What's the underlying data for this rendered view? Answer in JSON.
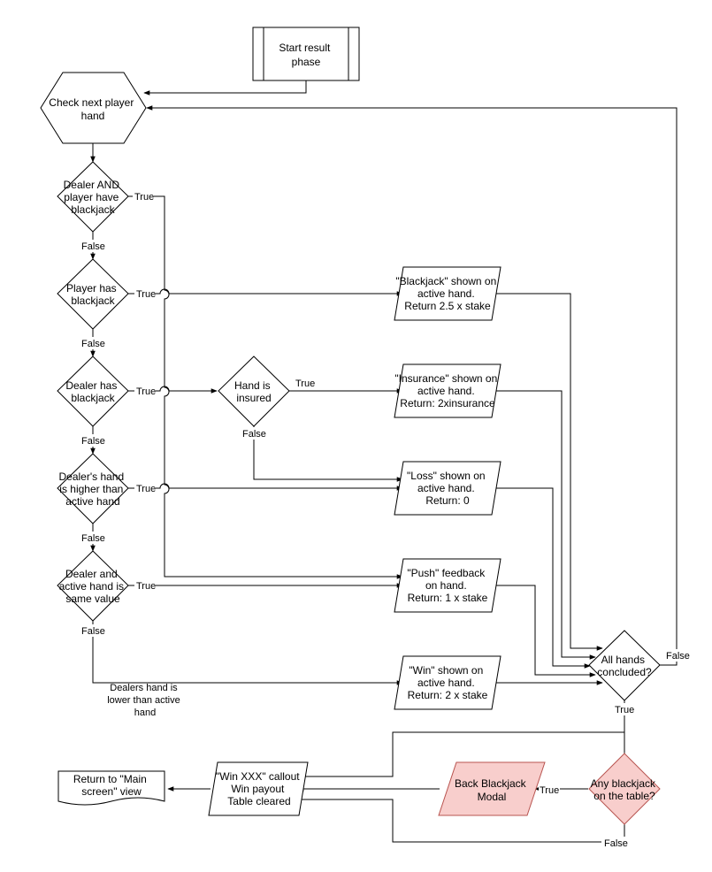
{
  "nodes": {
    "start": [
      "Start result",
      "phase"
    ],
    "check_hand": [
      "Check next player",
      "hand"
    ],
    "dealer_and_player_bj": [
      "Dealer AND",
      "player have",
      "blackjack"
    ],
    "player_bj": [
      "Player has",
      "blackjack"
    ],
    "dealer_bj": [
      "Dealer has",
      "blackjack"
    ],
    "hand_insured": [
      "Hand is",
      "insured"
    ],
    "dealer_higher": [
      "Dealer's hand",
      "is higher than",
      "active hand"
    ],
    "same_value": [
      "Dealer and",
      "active hand is",
      "same value"
    ],
    "blackjack_out": [
      "\"Blackjack\" shown on",
      "active hand.",
      "Return 2.5 x stake"
    ],
    "insurance_out": [
      "\"Insurance\" shown on",
      "active hand.",
      "Return: 2xinsurance"
    ],
    "loss_out": [
      "\"Loss\" shown on",
      "active hand.",
      "Return: 0"
    ],
    "push_out": [
      "\"Push\" feedback",
      "on hand.",
      "Return: 1 x stake"
    ],
    "win_out": [
      "\"Win\" shown on",
      "active hand.",
      "Return: 2 x stake"
    ],
    "all_concluded": [
      "All hands",
      "concluded?"
    ],
    "any_bj": [
      "Any blackjack",
      "on the table?"
    ],
    "back_bj_modal": [
      "Back Blackjack",
      "Modal"
    ],
    "win_callout": [
      "\"Win XXX\" callout",
      "Win payout",
      "Table cleared"
    ],
    "return_main": [
      "Return to \"Main",
      "screen\" view"
    ]
  },
  "edge_labels": {
    "dp_true": "True",
    "dp_false": "False",
    "pb_true": "True",
    "pb_false": "False",
    "db_true": "True",
    "db_false": "False",
    "ins_true": "True",
    "ins_false": "False",
    "dh_true": "True",
    "dh_false": "False",
    "sv_true": "True",
    "sv_false": "False",
    "lower_note": [
      "Dealers hand is",
      "lower than active",
      "hand"
    ],
    "all_true": "True",
    "all_false": "False",
    "any_true": "True",
    "any_false": "False"
  },
  "colors": {
    "accent_fill": "#f8cecc",
    "accent_stroke": "#b85450"
  }
}
